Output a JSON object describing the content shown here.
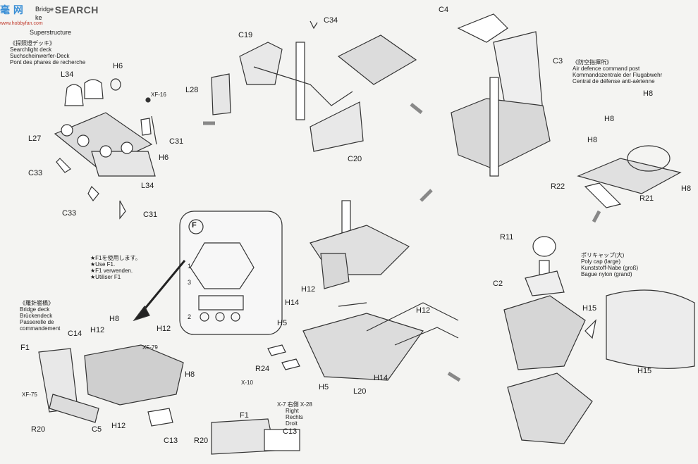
{
  "watermark": {
    "brand": "毫  网",
    "search": "SEARCH",
    "url": "www.hobbyfan.com"
  },
  "header": {
    "line1": "Bridge",
    "line2": "ke",
    "line3": "Superstructure"
  },
  "searchlight_deck": {
    "jp": "《探照燈デッキ》",
    "en": "Searchlight deck",
    "de": "Suchscheinwerfer-Deck",
    "fr": "Pont des phares de recherche"
  },
  "air_defence": {
    "jp": "《防空指揮所》",
    "en": "Air defence command post",
    "de": "Kommandozentrale der Flugabwehr",
    "fr": "Central de défense anti-aérienne"
  },
  "bridge_deck": {
    "jp": "《羅針艦橋》",
    "en": "Bridge deck",
    "de": "Brückendeck",
    "fr1": "Passerelle de",
    "fr2": "commandement"
  },
  "use_f1": {
    "jp": "★F1を使用します。",
    "en": "★Use F1.",
    "de": "★F1 verwenden.",
    "fr": "★Utiliser F1"
  },
  "poly_cap": {
    "jp": "ポリキャップ(大)",
    "en": "Poly cap (large)",
    "de": "Kunststoff-Nabe (groß)",
    "fr": "Bague nylon (grand)"
  },
  "right_note": {
    "paints": "X-7  右側  X-28",
    "en": "Right",
    "de": "Rechts",
    "fr": "Droit"
  },
  "sprue": {
    "letter": "F",
    "n1": "1",
    "n2": "3",
    "n3": "2"
  },
  "paint_codes": {
    "xf16": "XF-16",
    "xf79": "XF-79",
    "xf75": "XF-75",
    "x10": "X-10"
  },
  "parts": {
    "h6a": "H6",
    "l34a": "L34",
    "l27": "L27",
    "c31a": "C31",
    "h6b": "H6",
    "c33a": "C33",
    "l34b": "L34",
    "c33b": "C33",
    "c31b": "C31",
    "l28": "L28",
    "c19": "C19",
    "c34": "C34",
    "c20": "C20",
    "c4": "C4",
    "c3": "C3",
    "h8a": "H8",
    "h8b": "H8",
    "h8c": "H8",
    "h8d": "H8",
    "r22": "R22",
    "r21": "R21",
    "h12a": "H12",
    "h14a": "H14",
    "h5a": "H5",
    "r24": "R24",
    "h5b": "H5",
    "l20": "L20",
    "h14b": "H14",
    "h12b": "H12",
    "r11": "R11",
    "c2": "C2",
    "h15a": "H15",
    "h15b": "H15",
    "f1a": "F1",
    "c14": "C14",
    "h8e": "H8",
    "h12c": "H12",
    "h12d": "H12",
    "h8f": "H8",
    "r20a": "R20",
    "c5": "C5",
    "h12e": "H12",
    "c13a": "C13",
    "f1b": "F1",
    "c13b": "C13",
    "r20b": "R20"
  }
}
